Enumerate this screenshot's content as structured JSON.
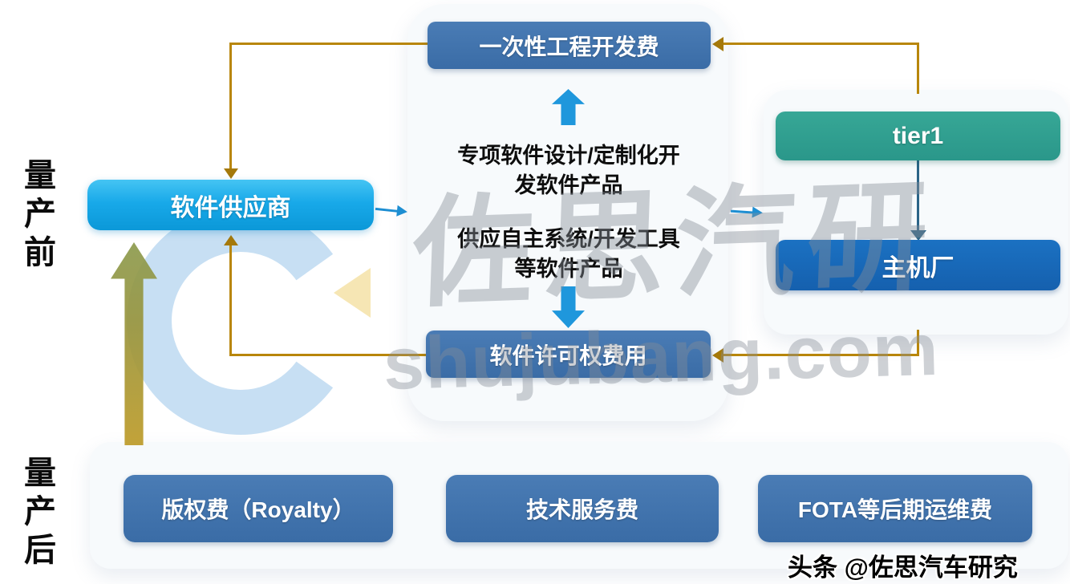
{
  "labels": {
    "pre_mass_production": "量产前",
    "post_mass_production": "量产后"
  },
  "boxes": {
    "onetime_fee": "一次性工程开发费",
    "software_supplier": "软件供应商",
    "tier1": "tier1",
    "oem": "主机厂",
    "license_fee": "软件许可权费用",
    "royalty": "版权费（Royalty）",
    "tech_service_fee": "技术服务费",
    "fota_ops_fee": "FOTA等后期运维费"
  },
  "notes": {
    "custom_dev": {
      "line1": "专项软件设计/定制化开",
      "line2": "发软件产品"
    },
    "self_supply": {
      "line1": "供应自主系统/开发工具",
      "line2": "等软件产品"
    }
  },
  "watermarks": {
    "logo_zh": "佐思汽研",
    "site": "shujubang.com",
    "byline": "头条 @佐思汽车研究"
  },
  "colors": {
    "steel_blue": "#3e72ac",
    "bright_blue": "#12a3e3",
    "teal": "#2f9e90",
    "deep_blue": "#1767b9",
    "gold": "#b8860b",
    "olive": "#9a9a40",
    "arrow_blue": "#1f97dc"
  }
}
